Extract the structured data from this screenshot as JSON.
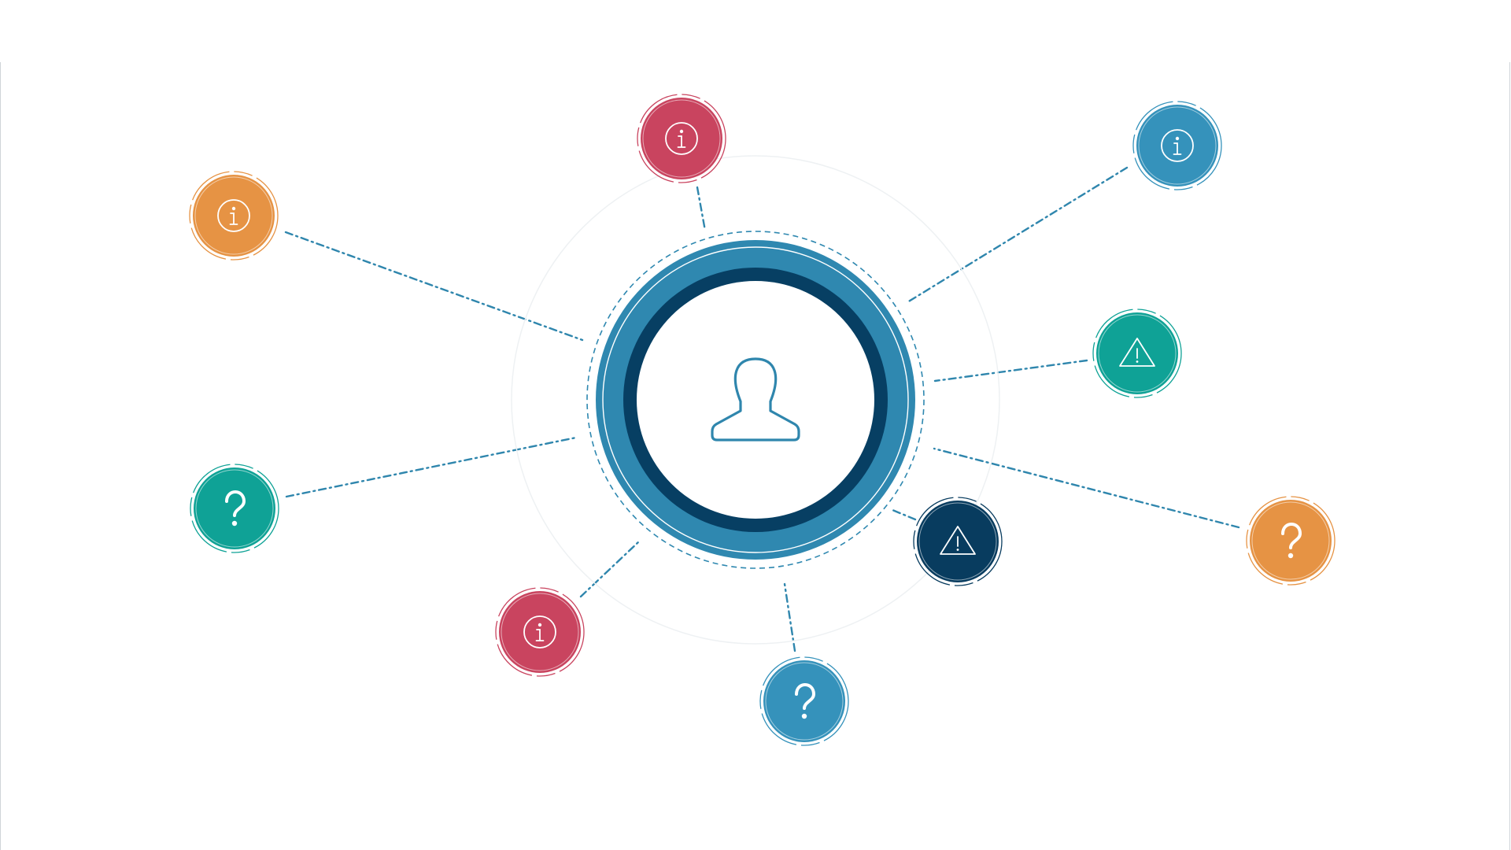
{
  "colors": {
    "background": "#ffffff",
    "connector": "#2f86ad",
    "hub_outer": "#2f88b0",
    "hub_inner": "#073f63",
    "hub_icon": "#2f86ad",
    "crimson": "#c9445f",
    "orange": "#e69344",
    "teal": "#0fa296",
    "blue": "#3592bb",
    "navy": "#083c5f"
  },
  "hub": {
    "icon": "user-silhouette-icon"
  },
  "nodes": [
    {
      "id": "crimson-info-top",
      "color": "crimson",
      "icon": "info-icon"
    },
    {
      "id": "blue-info-top-right",
      "color": "blue",
      "icon": "info-icon"
    },
    {
      "id": "orange-info-top-left",
      "color": "orange",
      "icon": "info-icon"
    },
    {
      "id": "teal-warning-right",
      "color": "teal",
      "icon": "warning-icon"
    },
    {
      "id": "teal-question-left",
      "color": "teal",
      "icon": "question-icon"
    },
    {
      "id": "navy-warning-lower-right",
      "color": "navy",
      "icon": "warning-icon"
    },
    {
      "id": "orange-question-right",
      "color": "orange",
      "icon": "question-icon"
    },
    {
      "id": "crimson-info-lower-left",
      "color": "crimson",
      "icon": "info-icon"
    },
    {
      "id": "blue-question-bottom",
      "color": "blue",
      "icon": "question-icon"
    }
  ]
}
